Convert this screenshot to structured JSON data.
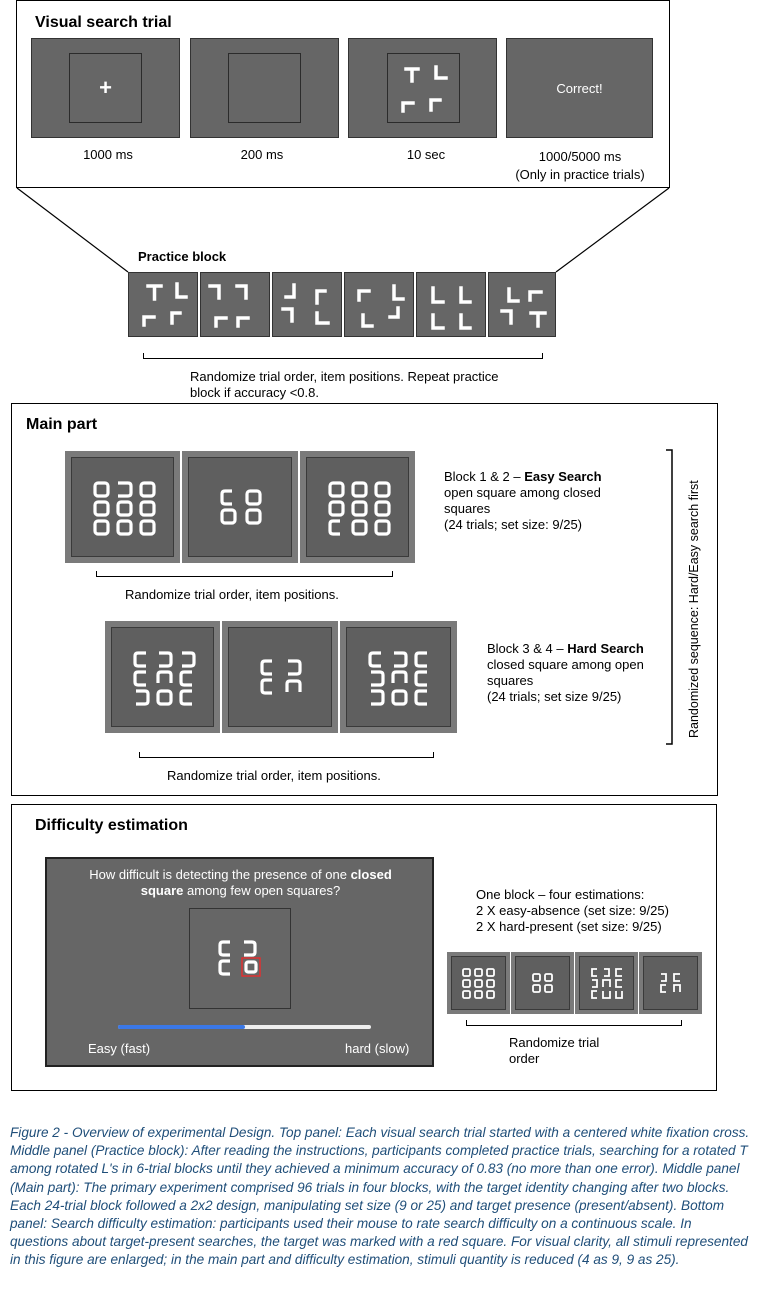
{
  "top": {
    "title": "Visual search trial",
    "fixation": "+",
    "feedback": "Correct!",
    "durations": [
      "1000 ms",
      "200 ms",
      "10 sec",
      "1000/5000 ms"
    ],
    "duration_note": "(Only in practice trials)"
  },
  "practice": {
    "title": "Practice block",
    "note": "Randomize trial order, item positions. Repeat practice block if accuracy <0.8."
  },
  "main": {
    "title": "Main part",
    "block12": {
      "prefix": "Block 1 & 2 – ",
      "bold": "Easy Search",
      "rest": "open square among closed squares",
      "detail": "(24 trials; set size: 9/25)"
    },
    "block34": {
      "prefix": "Block 3 & 4 – ",
      "bold": "Hard Search",
      "rest": " closed square among open squares",
      "detail": "(24 trials; set size 9/25)"
    },
    "randomize": "Randomize trial order, item positions.",
    "sequence": "Randomized sequence: Hard/Easy search first"
  },
  "difficulty": {
    "title": "Difficulty estimation",
    "question_a": "How difficult is detecting the presence of one ",
    "question_bold": "closed square",
    "question_b": " among few open squares?",
    "easy": "Easy (fast)",
    "hard": "hard (slow)",
    "slider_value": 0.5,
    "block_line1": "One block – four estimations:",
    "block_line2": "2 X easy-absence (set size: 9/25)",
    "block_line3": "2 X hard-present  (set size: 9/25)",
    "randomize": "Randomize trial order"
  },
  "caption": "Figure 2 - Overview of experimental Design. Top panel: Each visual search trial started with a centered white fixation cross. Middle panel (Practice block): After reading the instructions, participants completed practice trials, searching for a rotated T among rotated L's in 6-trial blocks until they achieved a minimum accuracy of 0.83 (no more than one error). Middle panel (Main part): The primary experiment comprised 96 trials in four blocks, with the target identity changing after two blocks. Each 24-trial block followed a 2x2 design, manipulating set size (9 or 25) and target presence (present/absent). Bottom panel: Search difficulty estimation: participants used their mouse to rate search difficulty on a continuous scale. In questions about target-present searches, the target was marked with a red square. For visual clarity, all stimuli represented in this figure are enlarged; in the main part and difficulty estimation, stimuli quantity is reduced (4 as 9, 9 as 25).",
  "colors": {
    "screen": "#666666",
    "caption": "#1f4e79",
    "slider_blue": "#3b78e7",
    "target_red": "#e03030"
  }
}
